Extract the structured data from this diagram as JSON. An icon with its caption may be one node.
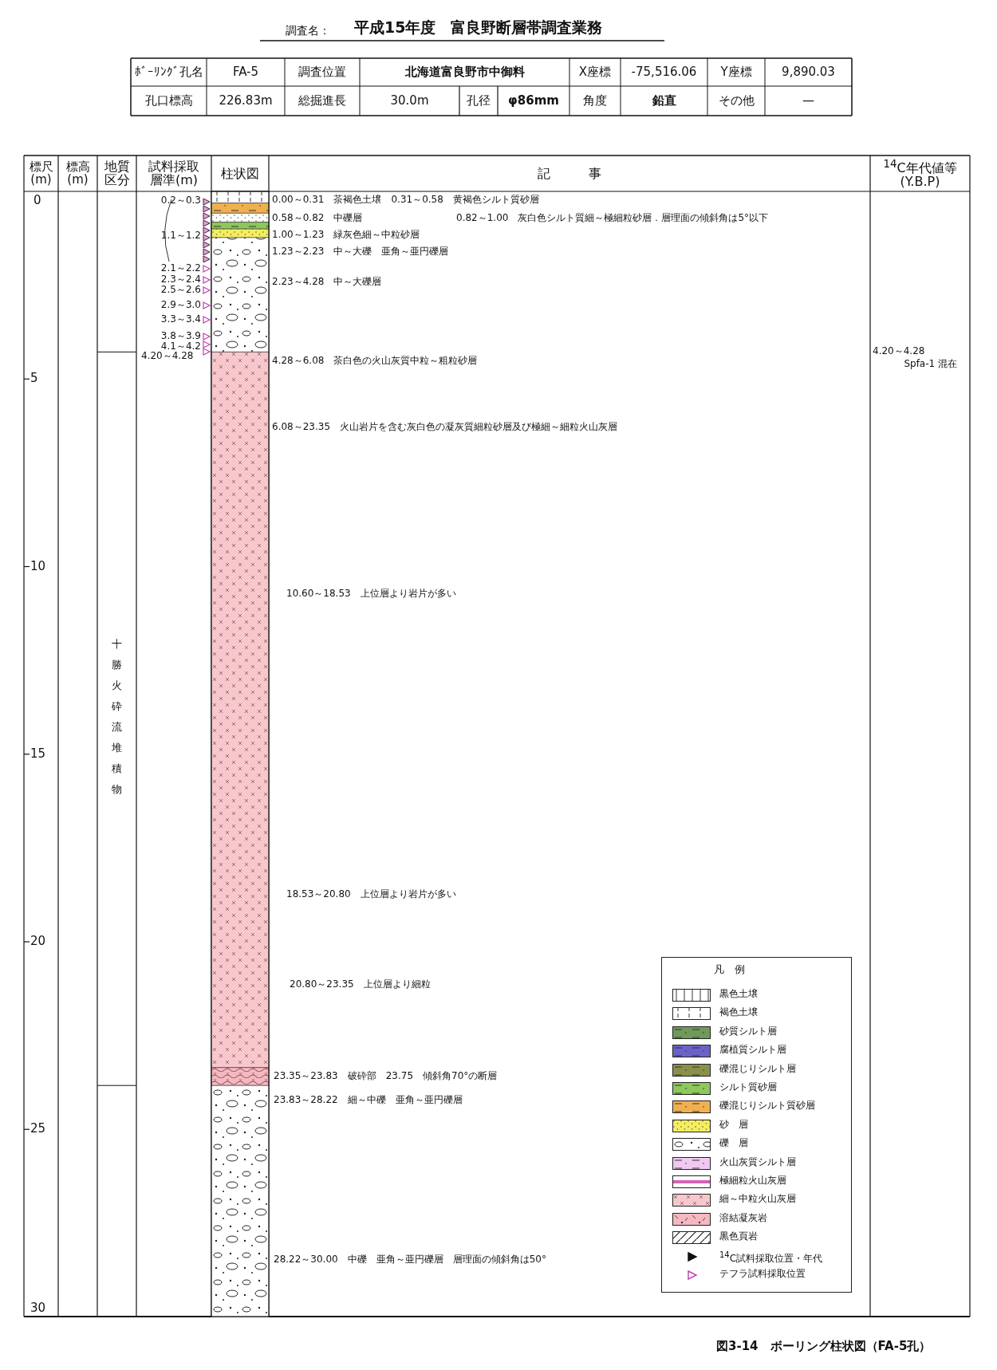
{
  "diagram": {
    "title": "平成15年度　富良野断層帯調査業務",
    "caption": "図3-14　ボーリング柱状図（FA-5孔）",
    "labels": [
      "調査名：",
      "ﾎﾞｰﾘﾝｸﾞ孔名",
      "FA-5",
      "調査位置",
      "北海道富良野市中御料",
      "X座標",
      "-75,516.06",
      "Y座標",
      "9,890.03",
      "孔口標高",
      "226.83m",
      "総掘進長",
      "30.0m",
      "孔径",
      "φ86mm",
      "角度",
      "鉛直",
      "その他",
      "—",
      "標尺 (m)",
      "標高 (m)",
      "地質区分",
      "試料採取層準(m)",
      "柱状図",
      "記　　　事",
      "$^{14}$C年代値等 (Y.B.P)",
      "0",
      "5",
      "10",
      "15",
      "20",
      "25",
      "30",
      "十勝火砕流堆積物",
      "0.2～0.3",
      "1.1～1.2",
      "2.1～2.2",
      "2.3～2.4",
      "2.5～2.6",
      "2.9～3.0",
      "3.3～3.4",
      "3.8～3.9",
      "4.1～4.2",
      "4.20～4.28",
      "0.00～0.31　茶褐色土壌　0.31～0.58　黄褐色シルト質砂層",
      "0.58～0.82　中礫層",
      "0.82～1.00　灰白色シルト質細～極細粒砂層．層理面の傾斜角は5°以下",
      "1.00～1.23　緑灰色細～中粒砂層",
      "1.23～2.23　中～大礫　亜角～亜円礫層",
      "2.23～4.28　中～大礫層",
      "4.28～6.08　茶白色の火山灰質中粒～粗粒砂層",
      "6.08～23.35　火山岩片を含む灰白色の凝灰質細粒砂層及び極細～細粒火山灰層",
      "10.60～18.53　上位層より岩片が多い",
      "18.53～20.80　上位層より岩片が多い",
      "20.80～23.35　上位層より細粒",
      "23.35～23.83　破砕部　23.75　傾斜角70°の断層",
      "23.83～28.22　細～中礫　亜角～亜円礫層",
      "28.22～30.00　中礫　亜角～亜円礫層　層理面の傾斜角は50°",
      "4.20～4.28",
      "Spfa-1 混在",
      "凡　例"
    ],
    "legend": [
      {
        "text": "黒色土壌"
      },
      {
        "text": "褐色土壌"
      },
      {
        "text": "砂質シルト層",
        "color": "#6e9a5a"
      },
      {
        "text": "腐植質シルト層",
        "color": "#6a62c8"
      },
      {
        "text": "礫混じりシルト層",
        "color": "#8a8f4a"
      },
      {
        "text": "シルト質砂層",
        "color": "#8cc85a"
      },
      {
        "text": "礫混じりシルト質砂層",
        "color": "#f0b050"
      },
      {
        "text": "砂　層",
        "color": "#f4ee60"
      },
      {
        "text": "礫　層"
      },
      {
        "text": "火山灰質シルト層",
        "color": "#f0c8f0"
      },
      {
        "text": "極細粒火山灰層"
      },
      {
        "text": "細～中粒火山灰層",
        "color": "#f6c8cc"
      },
      {
        "text": "溶結凝灰岩",
        "color": "#f4b8c0"
      },
      {
        "text": "黒色頁岩"
      },
      {
        "text": "$^{14}$C試料採取位置・年代"
      },
      {
        "text": "テフラ試料採取位置"
      }
    ]
  }
}
